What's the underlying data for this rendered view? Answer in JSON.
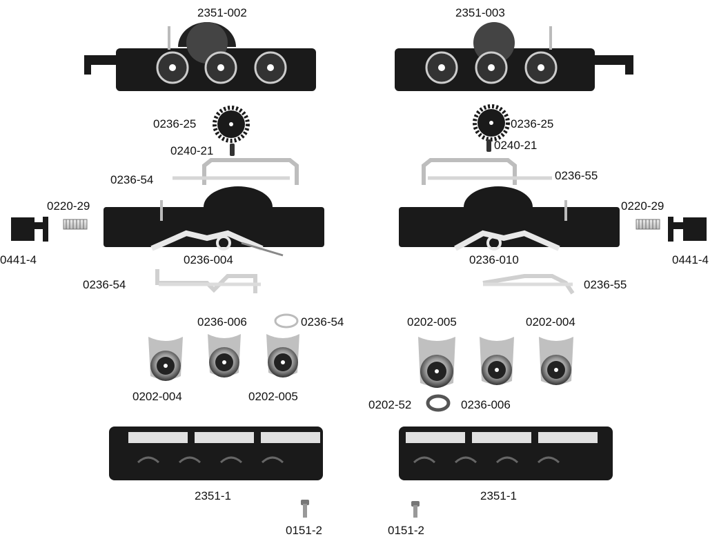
{
  "labels": {
    "top_left_truck": "2351-002",
    "top_right_truck": "2351-003",
    "gear_left": "0236-25",
    "gear_right": "0236-25",
    "pin_left": "0240-21",
    "pin_right": "0240-21",
    "frame_upper_left": "0236-54",
    "frame_upper_right": "0236-55",
    "spring_left": "0220-29",
    "spring_right": "0220-29",
    "coupler_left": "0441-4",
    "coupler_right": "0441-4",
    "gearbox_left": "0236-004",
    "gearbox_right": "0236-010",
    "frame_lower_left": "0236-54",
    "frame_lower_right": "0236-55",
    "washer_left_part": "0236-006",
    "washer_left_ring": "0236-54",
    "wheel_left_a": "0202-004",
    "wheel_left_b": "0202-005",
    "wheel_right_a": "0202-005",
    "wheel_right_b": "0202-004",
    "ring_right_part": "0202-52",
    "ring_right_washer": "0236-006",
    "sideframe_left": "2351-1",
    "sideframe_right": "2351-1",
    "screw_left": "0151-2",
    "screw_right": "0151-2"
  },
  "colors": {
    "part_dark": "#1a1a1a",
    "part_mid": "#555555",
    "part_light": "#cfcfcf",
    "text": "#111111"
  }
}
